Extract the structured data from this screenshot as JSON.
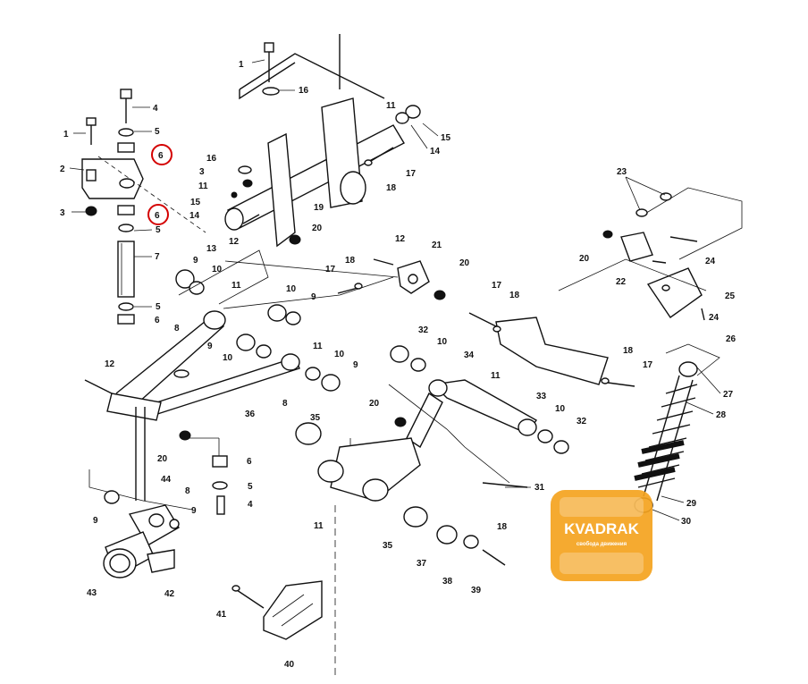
{
  "labels": [
    "1",
    "2",
    "3",
    "4",
    "5",
    "6",
    "7",
    "8",
    "9",
    "10",
    "11",
    "12",
    "13",
    "14",
    "15",
    "16",
    "17",
    "18",
    "19",
    "20",
    "21",
    "22",
    "23",
    "24",
    "25",
    "26",
    "27",
    "28",
    "29",
    "30",
    "31",
    "32",
    "33",
    "34",
    "35",
    "36",
    "37",
    "38",
    "39",
    "40",
    "41",
    "42",
    "43",
    "44"
  ],
  "highlighted_part": "6",
  "highlight_color": "#d40000",
  "logo": {
    "name": "KVADRAK",
    "tagline": "свобода движения",
    "color": "#f4a31e"
  }
}
